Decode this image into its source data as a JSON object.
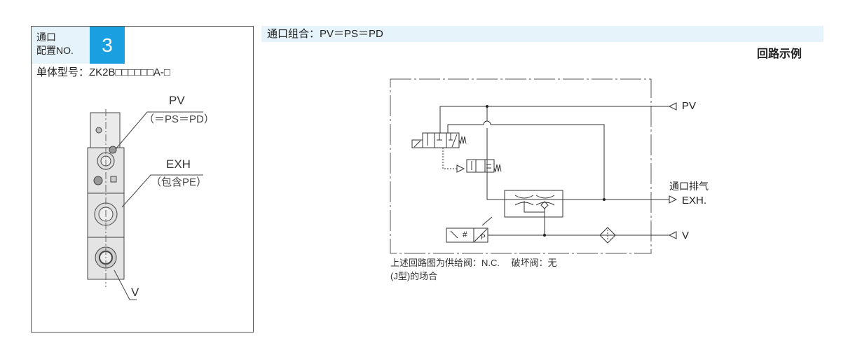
{
  "left_panel": {
    "port_label_line1": "通口",
    "port_label_line2": "配置NO.",
    "port_number": "3",
    "model_label": "单体型号：ZK2B□□□□□□A-□",
    "callouts": {
      "pv": "PV",
      "pv_sub": "（＝PS＝PD）",
      "exh": "EXH",
      "exh_sub": "（包含PE）",
      "v": "V"
    }
  },
  "right_panel": {
    "combo_label": "通口组合：PV＝PS＝PD",
    "example_title": "回路示例",
    "ports": {
      "pv": "PV",
      "exh_cn": "通口排气",
      "exh": "EXH.",
      "v": "V",
      "gauge_p": "P",
      "gauge_hash": "#"
    },
    "note_line1": "上述回路图为供给阀：N.C.　 破坏阀：无",
    "note_line2": "(J型)的场合"
  },
  "colors": {
    "accent": "#1aa0e0",
    "header_bg": "#e6f3fb"
  }
}
